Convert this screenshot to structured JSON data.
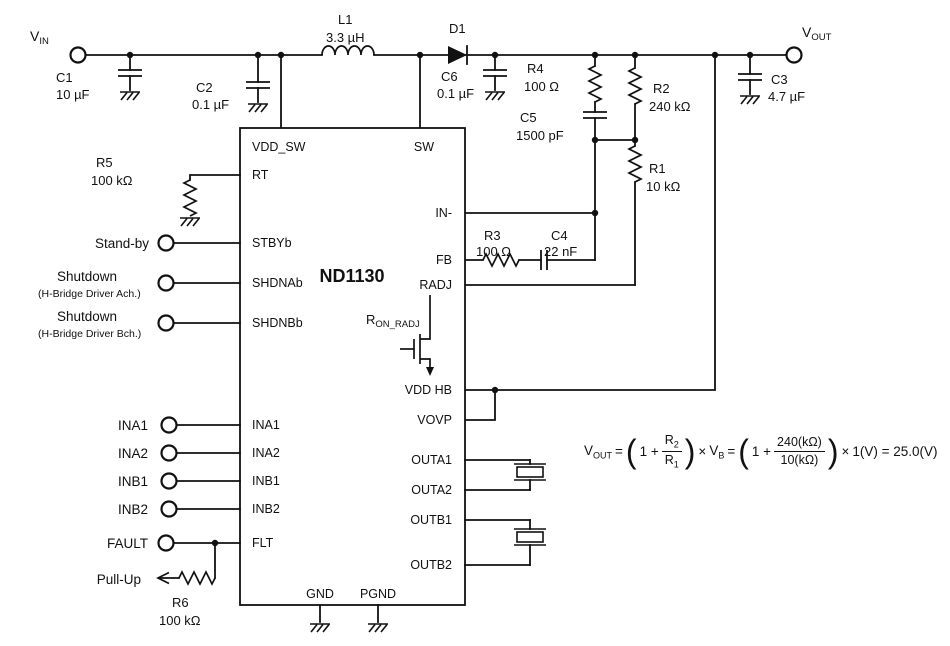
{
  "terminals": {
    "vin_base": "V",
    "vin_sub": "IN",
    "vout_base": "V",
    "vout_sub": "OUT"
  },
  "ic": {
    "name": "ND1130",
    "ron_base": "R",
    "ron_sub": "ON_RADJ",
    "pins": {
      "vdd_sw": "VDD_SW",
      "sw": "SW",
      "rt": "RT",
      "stbyb": "STBYb",
      "shdnab": "SHDNAb",
      "shdnbb": "SHDNBb",
      "ina1": "INA1",
      "ina2": "INA2",
      "inb1": "INB1",
      "inb2": "INB2",
      "flt": "FLT",
      "gnd": "GND",
      "pgnd": "PGND",
      "in_minus": "IN-",
      "fb": "FB",
      "radj": "RADJ",
      "vdd_hb": "VDD HB",
      "vovp": "VOVP",
      "outa1": "OUTA1",
      "outa2": "OUTA2",
      "outb1": "OUTB1",
      "outb2": "OUTB2"
    }
  },
  "components": {
    "c1": {
      "ref": "C1",
      "value": "10 µF"
    },
    "c2": {
      "ref": "C2",
      "value": "0.1 µF"
    },
    "c3": {
      "ref": "C3",
      "value": "4.7 µF"
    },
    "c4": {
      "ref": "C4",
      "value": "22 nF"
    },
    "c5": {
      "ref": "C5",
      "value": "1500 pF"
    },
    "c6": {
      "ref": "C6",
      "value": "0.1 µF"
    },
    "l1": {
      "ref": "L1",
      "value": "3.3 µH"
    },
    "d1": {
      "ref": "D1"
    },
    "r1": {
      "ref": "R1",
      "value": "10 kΩ"
    },
    "r2": {
      "ref": "R2",
      "value": "240 kΩ"
    },
    "r3": {
      "ref": "R3",
      "value": "100 Ω"
    },
    "r4": {
      "ref": "R4",
      "value": "100 Ω"
    },
    "r5": {
      "ref": "R5",
      "value": "100 kΩ"
    },
    "r6": {
      "ref": "R6",
      "value": "100 kΩ"
    }
  },
  "signals": {
    "standby": "Stand-by",
    "shutdown_a": "Shutdown",
    "shutdown_a_detail": "(H-Bridge Driver Ach.)",
    "shutdown_b": "Shutdown",
    "shutdown_b_detail": "(H-Bridge Driver Bch.)",
    "ina1": "INA1",
    "ina2": "INA2",
    "inb1": "INB1",
    "inb2": "INB2",
    "fault": "FAULT",
    "pullup": "Pull-Up"
  },
  "formula": {
    "lhs_base": "V",
    "lhs_sub": "OUT",
    "eq1": "=",
    "open_paren": "(",
    "one_plus_a": "1 +",
    "num_a_base": "R",
    "num_a_sub": "2",
    "den_a_base": "R",
    "den_a_sub": "1",
    "close_paren": ")",
    "times": "×",
    "vb_base": "V",
    "vb_sub": "B",
    "eq2": "=",
    "one_plus_b": "1 +",
    "num_b": "240(kΩ)",
    "den_b": "10(kΩ)",
    "times2": "×",
    "tail": "1(V) = 25.0(V)"
  }
}
